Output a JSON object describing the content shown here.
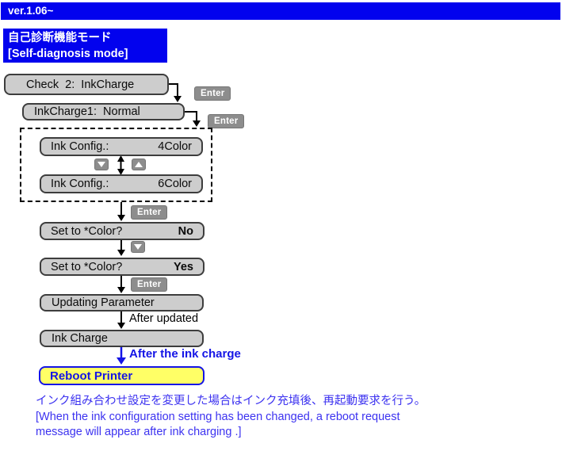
{
  "header": {
    "version_bar": "ver.1.06~",
    "title_jp": "自己診断機能モード",
    "title_en": "[Self-diagnosis mode]"
  },
  "flow": {
    "check_box": "Check  2:  InkCharge",
    "inkcharge1_box": "InkCharge1:  Normal",
    "config_4color": {
      "label": "Ink Config.:",
      "value": "4Color"
    },
    "config_6color": {
      "label": "Ink Config.:",
      "value": "6Color"
    },
    "set_no": {
      "label": "Set to *Color?",
      "value": "No"
    },
    "set_yes": {
      "label": "Set to *Color?",
      "value": "Yes"
    },
    "updating_box": "Updating Parameter",
    "ink_charge_box": "Ink Charge",
    "reboot_box": "Reboot Printer",
    "enter_key_label": "Enter",
    "after_updated_label": "After updated",
    "after_ink_charge_label": "After the ink charge"
  },
  "note": {
    "line1_jp": "インク組み合わせ設定を変更した場合はインク充填後、再起動要求を行う。",
    "line2_en": "[When the ink configuration setting has been changed, a reboot request",
    "line3_en": "message will appear after ink charging .]"
  },
  "colors": {
    "accent_blue": "#0202ee",
    "note_blue": "#3c32f0",
    "box_gray": "#cdcdcd",
    "badge_gray": "#8d8d8d",
    "highlight_yellow": "#ffff66",
    "reboot_blue": "#1414e6"
  }
}
